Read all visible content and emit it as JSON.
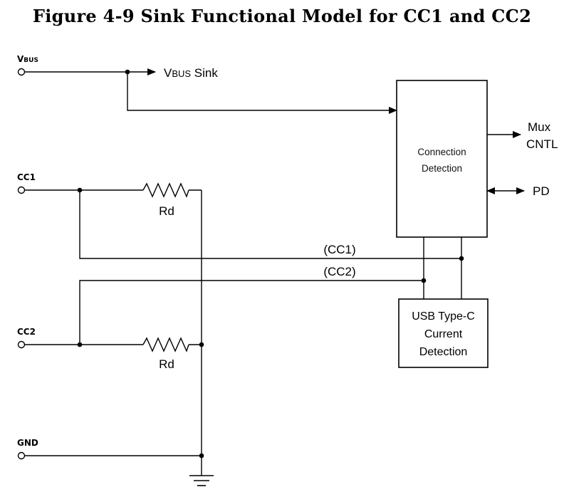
{
  "title": "Figure 4-9  Sink Functional Model for CC1 and CC2",
  "pins": {
    "vbus_main": "V",
    "vbus_sub": "BUS",
    "cc1": "CC1",
    "cc2": "CC2",
    "gnd": "GND"
  },
  "labels": {
    "vbus_sink_main": "V",
    "vbus_sink_sub": "BUS",
    "vbus_sink_tail": " Sink",
    "rd_top": "Rd",
    "rd_bottom": "Rd",
    "net_cc1": "(CC1)",
    "net_cc2": "(CC2)",
    "mux_line1": "Mux",
    "mux_line2": "CNTL",
    "pd": "PD"
  },
  "blocks": {
    "connection_detection": {
      "line1": "Connection",
      "line2": "Detection"
    },
    "current_detection": {
      "line1": "USB Type-C",
      "line2": "Current",
      "line3": "Detection"
    }
  }
}
